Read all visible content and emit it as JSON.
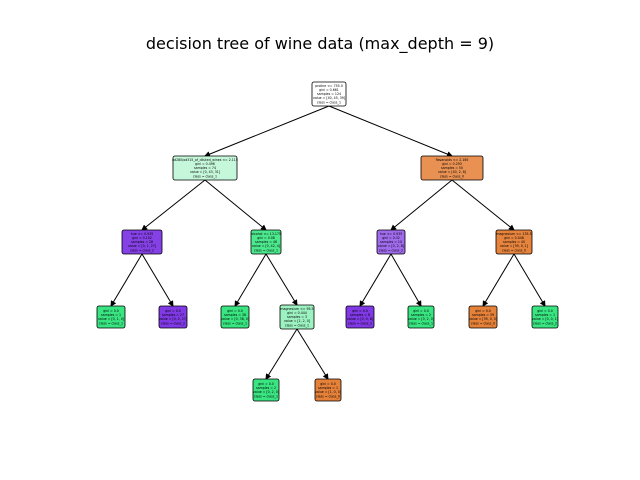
{
  "title": "decision tree of wine data (max_depth = 9)",
  "colors": {
    "class_0": "#e58139",
    "class_1": "#39e581",
    "class_2": "#8139e5",
    "white": "#ffffff",
    "edge": "#000000"
  },
  "nodes": [
    {
      "id": "n0",
      "lines": [
        "proline <= 755.0",
        "gini = 0.661",
        "samples = 124",
        "value = [40, 45, 39]",
        "class = class_1"
      ],
      "color": "#ffffff"
    },
    {
      "id": "n1",
      "lines": [
        "od280/od315_of_diluted_wines <= 2.115",
        "gini = 0.496",
        "samples = 74",
        "value = [0, 43, 31]",
        "class = class_1"
      ],
      "color": "#c5f7da"
    },
    {
      "id": "n2",
      "lines": [
        "flavanoids <= 2.165",
        "gini = 0.293",
        "samples = 50",
        "value = [40, 2, 8]",
        "class = class_0"
      ],
      "color": "#e89152"
    },
    {
      "id": "n3",
      "lines": [
        "hue <= 0.935",
        "gini = 0.102",
        "samples = 28",
        "value = [0, 1, 27]",
        "class = class_2"
      ],
      "color": "#8540e6"
    },
    {
      "id": "n4",
      "lines": [
        "alcohol <= 13.175",
        "gini = 0.08",
        "samples = 46",
        "value = [0, 42, 4]",
        "class = class_1"
      ],
      "color": "#4ce88d"
    },
    {
      "id": "n5",
      "lines": [
        "hue <= 0.935",
        "gini = 0.32",
        "samples = 10",
        "value = [0, 2, 8]",
        "class = class_2"
      ],
      "color": "#a06bec"
    },
    {
      "id": "n6",
      "lines": [
        "magnesium <= 135.5",
        "gini = 0.048",
        "samples = 40",
        "value = [39, 0, 1]",
        "class = class_0"
      ],
      "color": "#e6843e"
    },
    {
      "id": "n7",
      "lines": [
        "gini = 0.0",
        "samples = 1",
        "value = [0, 1, 0]",
        "class = class_1"
      ],
      "color": "#39e581"
    },
    {
      "id": "n8",
      "lines": [
        "gini = 0.0",
        "samples = 27",
        "value = [0, 0, 27]",
        "class = class_2"
      ],
      "color": "#8139e5"
    },
    {
      "id": "n9",
      "lines": [
        "gini = 0.0",
        "samples = 38",
        "value = [0, 38, 0]",
        "class = class_1"
      ],
      "color": "#39e581"
    },
    {
      "id": "n10",
      "lines": [
        "magnesium <= 95.5",
        "gini = 0.444",
        "samples = 3",
        "value = [1, 2, 0]",
        "class = class_1"
      ],
      "color": "#9cf2c0"
    },
    {
      "id": "n11",
      "lines": [
        "gini = 0.0",
        "samples = 8",
        "value = [0, 0, 8]",
        "class = class_2"
      ],
      "color": "#8139e5"
    },
    {
      "id": "n12",
      "lines": [
        "gini = 0.0",
        "samples = 2",
        "value = [0, 2, 0]",
        "class = class_1"
      ],
      "color": "#39e581"
    },
    {
      "id": "n13",
      "lines": [
        "gini = 0.0",
        "samples = 39",
        "value = [39, 0, 0]",
        "class = class_0"
      ],
      "color": "#e58139"
    },
    {
      "id": "n14",
      "lines": [
        "gini = 0.0",
        "samples = 1",
        "value = [0, 0, 1]",
        "class = class_2"
      ],
      "color": "#39e581"
    },
    {
      "id": "n15",
      "lines": [
        "gini = 0.0",
        "samples = 2",
        "value = [0, 2, 0]",
        "class = class_1"
      ],
      "color": "#39e581"
    },
    {
      "id": "n16",
      "lines": [
        "gini = 0.0",
        "samples = 1",
        "value = [1, 0, 0]",
        "class = class_0"
      ],
      "color": "#e58139"
    }
  ],
  "edges": [
    [
      "n0",
      "n1"
    ],
    [
      "n0",
      "n2"
    ],
    [
      "n1",
      "n3"
    ],
    [
      "n1",
      "n4"
    ],
    [
      "n2",
      "n5"
    ],
    [
      "n2",
      "n6"
    ],
    [
      "n3",
      "n7"
    ],
    [
      "n3",
      "n8"
    ],
    [
      "n4",
      "n9"
    ],
    [
      "n4",
      "n10"
    ],
    [
      "n5",
      "n11"
    ],
    [
      "n5",
      "n12"
    ],
    [
      "n6",
      "n13"
    ],
    [
      "n6",
      "n14"
    ],
    [
      "n10",
      "n15"
    ],
    [
      "n10",
      "n16"
    ]
  ]
}
